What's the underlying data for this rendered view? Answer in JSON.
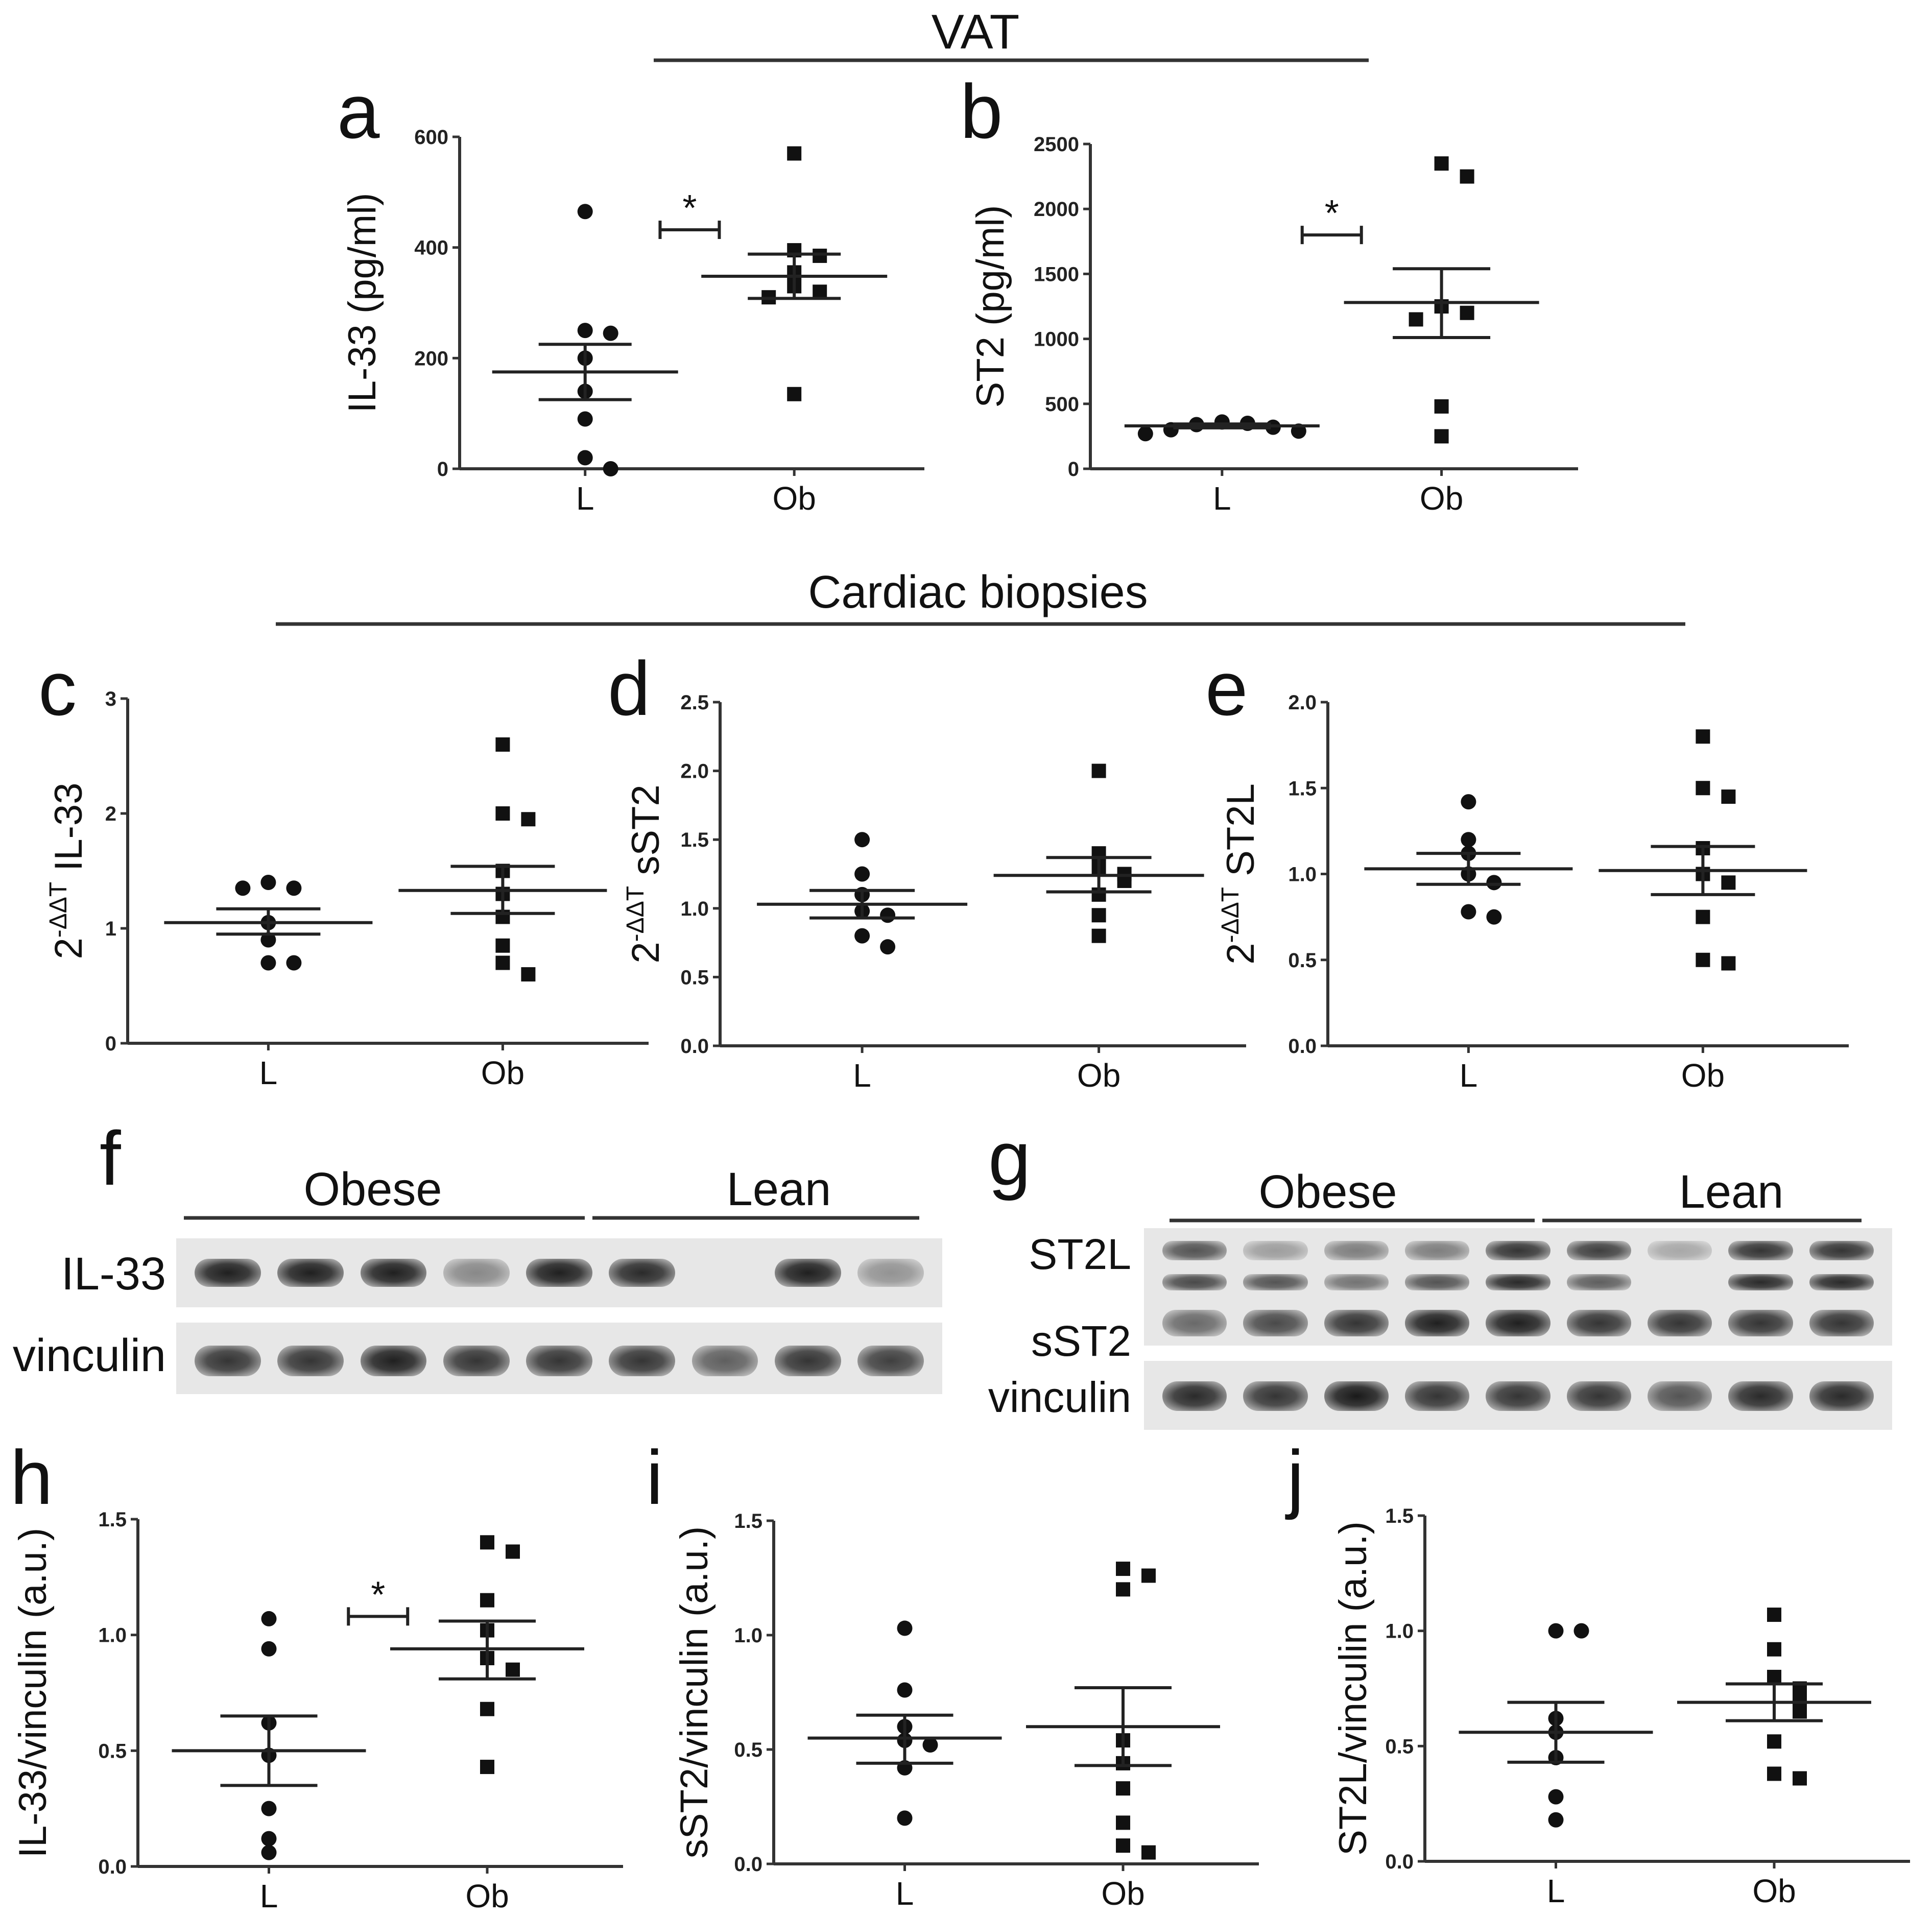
{
  "sections": {
    "vat": "VAT",
    "cardiac": "Cardiac biopsies"
  },
  "panels": {
    "a": "a",
    "b": "b",
    "c": "c",
    "d": "d",
    "e": "e",
    "f": "f",
    "g": "g",
    "h": "h",
    "i": "i",
    "j": "j"
  },
  "blot_f": {
    "groups": [
      "Obese",
      "Lean"
    ],
    "rows": [
      "IL-33",
      "vinculin"
    ],
    "intensity": {
      "IL-33": [
        0.95,
        0.95,
        0.95,
        0.45,
        0.95,
        0.9,
        0.0,
        0.95,
        0.4
      ],
      "vinculin": [
        0.85,
        0.85,
        0.95,
        0.85,
        0.85,
        0.85,
        0.65,
        0.85,
        0.8
      ]
    }
  },
  "blot_g": {
    "groups": [
      "Obese",
      "Lean"
    ],
    "rows": [
      "ST2L",
      "sST2",
      "vinculin"
    ],
    "intensity": {
      "ST2L_upper": [
        0.7,
        0.35,
        0.5,
        0.5,
        0.85,
        0.8,
        0.3,
        0.85,
        0.85
      ],
      "ST2L_lower": [
        0.75,
        0.7,
        0.55,
        0.7,
        0.9,
        0.65,
        0.0,
        0.9,
        0.9
      ],
      "sST2": [
        0.6,
        0.75,
        0.85,
        0.95,
        0.95,
        0.85,
        0.85,
        0.85,
        0.85
      ],
      "vinculin": [
        0.9,
        0.85,
        0.98,
        0.85,
        0.85,
        0.85,
        0.7,
        0.9,
        0.9
      ]
    }
  },
  "chart_data": [
    {
      "panel": "a",
      "type": "scatter",
      "ylabel": "IL-33 (pg/ml)",
      "categories": [
        "L",
        "Ob"
      ],
      "ylim": [
        0,
        600
      ],
      "yticks": [
        "0",
        "200",
        "400",
        "600"
      ],
      "significance": "*",
      "series": [
        {
          "category": "L",
          "marker": "circle",
          "values": [
            465,
            250,
            245,
            200,
            140,
            90,
            20,
            0
          ],
          "mean": 175,
          "sem_low": 125,
          "sem_high": 225
        },
        {
          "category": "Ob",
          "marker": "square",
          "values": [
            570,
            395,
            385,
            355,
            330,
            320,
            310,
            135
          ],
          "mean": 348,
          "sem_low": 308,
          "sem_high": 388
        }
      ]
    },
    {
      "panel": "b",
      "type": "scatter",
      "ylabel": "ST2 (pg/ml)",
      "categories": [
        "L",
        "Ob"
      ],
      "ylim": [
        0,
        2500
      ],
      "yticks": [
        "0",
        "500",
        "1000",
        "1500",
        "2000",
        "2500"
      ],
      "significance": "*",
      "series": [
        {
          "category": "L",
          "marker": "circle",
          "values": [
            360,
            350,
            340,
            320,
            300,
            290,
            270
          ],
          "mean": 330,
          "sem_low": 315,
          "sem_high": 345
        },
        {
          "category": "Ob",
          "marker": "square",
          "values": [
            2350,
            2250,
            1250,
            1200,
            1150,
            480,
            250
          ],
          "mean": 1280,
          "sem_low": 1010,
          "sem_high": 1540
        }
      ]
    },
    {
      "panel": "c",
      "type": "scatter",
      "ylabel": "2-ΔΔT IL-33",
      "ylabel_parts": {
        "base": "2",
        "sup": "-ΔΔT",
        "rest": " IL-33"
      },
      "categories": [
        "L",
        "Ob"
      ],
      "ylim": [
        0,
        3
      ],
      "yticks": [
        "0",
        "1",
        "2",
        "3"
      ],
      "series": [
        {
          "category": "L",
          "marker": "circle",
          "values": [
            1.4,
            1.35,
            1.35,
            1.05,
            0.9,
            0.7,
            0.7
          ],
          "mean": 1.05,
          "sem_low": 0.95,
          "sem_high": 1.17
        },
        {
          "category": "Ob",
          "marker": "square",
          "values": [
            2.6,
            2.0,
            1.95,
            1.5,
            1.3,
            1.1,
            0.85,
            0.7,
            0.6
          ],
          "mean": 1.33,
          "sem_low": 1.13,
          "sem_high": 1.54
        }
      ]
    },
    {
      "panel": "d",
      "type": "scatter",
      "ylabel": "2-ΔΔT sST2",
      "ylabel_parts": {
        "base": "2",
        "sup": "-ΔΔT",
        "rest": " sST2"
      },
      "categories": [
        "L",
        "Ob"
      ],
      "ylim": [
        0,
        2.5
      ],
      "yticks": [
        "0.0",
        "0.5",
        "1.0",
        "1.5",
        "2.0",
        "2.5"
      ],
      "series": [
        {
          "category": "L",
          "marker": "circle",
          "values": [
            1.5,
            1.25,
            1.1,
            0.98,
            0.95,
            0.8,
            0.72
          ],
          "mean": 1.03,
          "sem_low": 0.93,
          "sem_high": 1.13
        },
        {
          "category": "Ob",
          "marker": "square",
          "values": [
            2.0,
            1.4,
            1.3,
            1.25,
            1.2,
            1.1,
            0.95,
            0.8
          ],
          "mean": 1.24,
          "sem_low": 1.12,
          "sem_high": 1.37
        }
      ]
    },
    {
      "panel": "e",
      "type": "scatter",
      "ylabel": "2-ΔΔT ST2L",
      "ylabel_parts": {
        "base": "2",
        "sup": "-ΔΔT",
        "rest": " ST2L"
      },
      "categories": [
        "L",
        "Ob"
      ],
      "ylim": [
        0,
        2.0
      ],
      "yticks": [
        "0.0",
        "0.5",
        "1.0",
        "1.5",
        "2.0"
      ],
      "series": [
        {
          "category": "L",
          "marker": "circle",
          "values": [
            1.42,
            1.2,
            1.12,
            1.0,
            0.95,
            0.78,
            0.75
          ],
          "mean": 1.03,
          "sem_low": 0.94,
          "sem_high": 1.12
        },
        {
          "category": "Ob",
          "marker": "square",
          "values": [
            1.8,
            1.5,
            1.45,
            1.15,
            1.0,
            0.95,
            0.75,
            0.5,
            0.48
          ],
          "mean": 1.02,
          "sem_low": 0.88,
          "sem_high": 1.16
        }
      ]
    },
    {
      "panel": "h",
      "type": "scatter",
      "ylabel": "IL-33/vinculin (a.u.)",
      "categories": [
        "L",
        "Ob"
      ],
      "ylim": [
        0,
        1.5
      ],
      "yticks": [
        "0.0",
        "0.5",
        "1.0",
        "1.5"
      ],
      "significance": "*",
      "series": [
        {
          "category": "L",
          "marker": "circle",
          "values": [
            1.07,
            0.94,
            0.62,
            0.48,
            0.25,
            0.12,
            0.06
          ],
          "mean": 0.5,
          "sem_low": 0.35,
          "sem_high": 0.65
        },
        {
          "category": "Ob",
          "marker": "square",
          "values": [
            1.4,
            1.36,
            1.15,
            1.02,
            0.9,
            0.85,
            0.68,
            0.43
          ],
          "mean": 0.94,
          "sem_low": 0.81,
          "sem_high": 1.06
        }
      ]
    },
    {
      "panel": "i",
      "type": "scatter",
      "ylabel": "sST2/vinculin (a.u.)",
      "categories": [
        "L",
        "Ob"
      ],
      "ylim": [
        0,
        1.5
      ],
      "yticks": [
        "0.0",
        "0.5",
        "1.0",
        "1.5"
      ],
      "series": [
        {
          "category": "L",
          "marker": "circle",
          "values": [
            1.03,
            0.76,
            0.6,
            0.54,
            0.52,
            0.42,
            0.2
          ],
          "mean": 0.55,
          "sem_low": 0.44,
          "sem_high": 0.65
        },
        {
          "category": "Ob",
          "marker": "square",
          "values": [
            1.29,
            1.26,
            1.2,
            0.54,
            0.44,
            0.33,
            0.18,
            0.08,
            0.05
          ],
          "mean": 0.6,
          "sem_low": 0.43,
          "sem_high": 0.77
        }
      ]
    },
    {
      "panel": "j",
      "type": "scatter",
      "ylabel": "ST2L/vinculin (a.u.)",
      "categories": [
        "L",
        "Ob"
      ],
      "ylim": [
        0,
        1.5
      ],
      "yticks": [
        "0.0",
        "0.5",
        "1.0",
        "1.5"
      ],
      "series": [
        {
          "category": "L",
          "marker": "circle",
          "values": [
            1.0,
            1.0,
            0.62,
            0.56,
            0.45,
            0.28,
            0.18
          ],
          "mean": 0.56,
          "sem_low": 0.43,
          "sem_high": 0.69
        },
        {
          "category": "Ob",
          "marker": "square",
          "values": [
            1.07,
            0.92,
            0.8,
            0.75,
            0.7,
            0.65,
            0.52,
            0.38,
            0.36
          ],
          "mean": 0.69,
          "sem_low": 0.61,
          "sem_high": 0.77
        }
      ]
    }
  ]
}
